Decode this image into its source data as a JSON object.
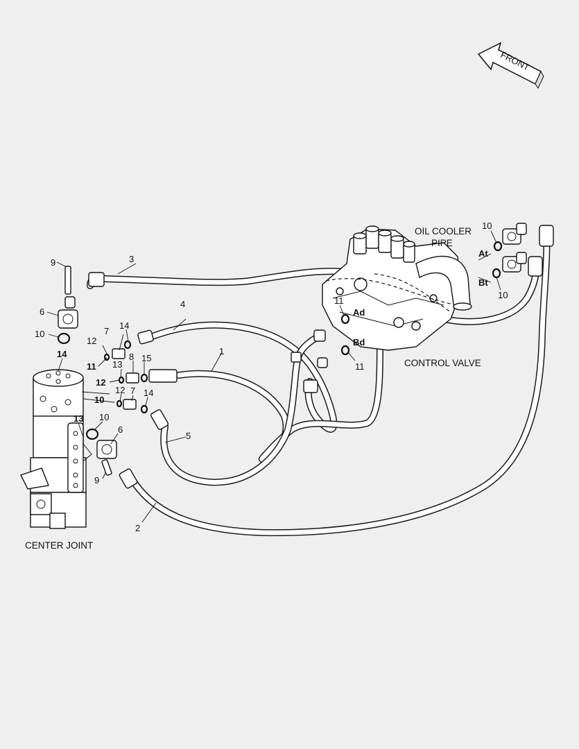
{
  "labels": {
    "front": "FRONT",
    "oil_cooler_line1": "OIL COOLER",
    "oil_cooler_line2": "PIPE",
    "control_valve": "CONTROL VALVE",
    "center_joint": "CENTER JOINT",
    "port_at": "At",
    "port_bt": "Bt",
    "port_ad": "Ad",
    "port_bd": "Bd"
  },
  "callouts": {
    "c1": "1",
    "c2": "2",
    "c3": "3",
    "c4": "4",
    "c5": "5",
    "c6a": "6",
    "c6b": "6",
    "c7a": "7",
    "c7b": "7",
    "c8": "8",
    "c9a": "9",
    "c9b": "9",
    "c10a": "10",
    "c10b": "10",
    "c10c": "10",
    "c10d": "10",
    "c10e": "10",
    "c11a": "11",
    "c11b": "11",
    "c11c": "11",
    "c12a": "12",
    "c12b": "12",
    "c12c": "12",
    "c13a": "13",
    "c13b": "13",
    "c14a": "14",
    "c14b": "14",
    "c14c": "14",
    "c15": "15"
  }
}
